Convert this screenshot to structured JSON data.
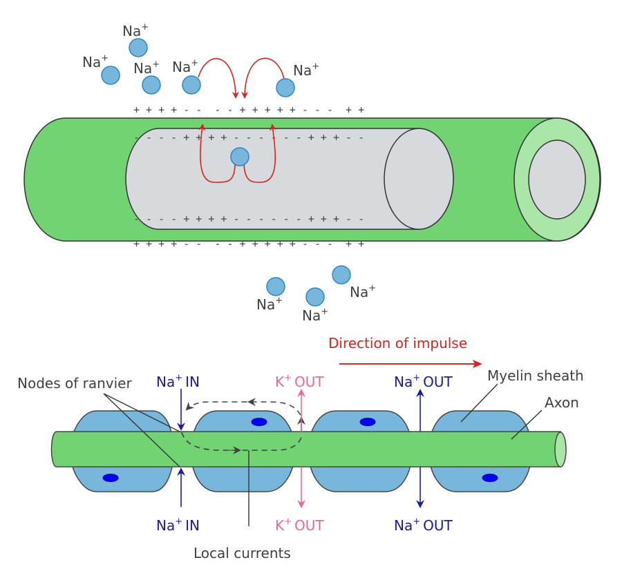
{
  "colors": {
    "myelin_green": "#72d372",
    "myelin_green_light": "#aae6a8",
    "axon_gray": "#d7dadd",
    "ion_blue": "#77b7db",
    "ion_stroke": "#2d86c4",
    "red_arrow": "#dd2020",
    "na_label": "#1a1aa0",
    "k_label": "#e8699a",
    "sheath_blue": "#77b7db",
    "nucleus": "#0000ff",
    "text_dark": "#404040"
  },
  "top_diagram": {
    "ion_label": "Na",
    "ion_charge": "+",
    "ions_above": 5,
    "ions_inside": 1,
    "ions_below": 3,
    "outer_top_charges": "+ + + + - -  - - + + + + + - - -  + +",
    "inner_top_charges": "- - - - + + + + - - - - - - + + + - -",
    "inner_bottom_charges": "- - - - + + + + - - - - - - + + + - -",
    "outer_bottom_charges": "+ + + + - -  - - + + + + + - - -  + +"
  },
  "bottom_diagram": {
    "direction_label": "Direction of impulse",
    "nodes_label": "Nodes of ranvier",
    "myelin_label": "Myelin sheath",
    "axon_label": "Axon",
    "local_currents_label": "Local currents",
    "na_in_top": {
      "ion": "Na",
      "charge": "+",
      "dir": "IN"
    },
    "k_out_top": {
      "ion": "K",
      "charge": "+",
      "dir": "OUT"
    },
    "na_out_top": {
      "ion": "Na",
      "charge": "+",
      "dir": "OUT"
    },
    "na_in_bottom": {
      "ion": "Na",
      "charge": "+",
      "dir": "IN"
    },
    "k_out_bottom": {
      "ion": "K",
      "charge": "+",
      "dir": "OUT"
    },
    "na_out_bottom": {
      "ion": "Na",
      "charge": "+",
      "dir": "OUT"
    }
  }
}
